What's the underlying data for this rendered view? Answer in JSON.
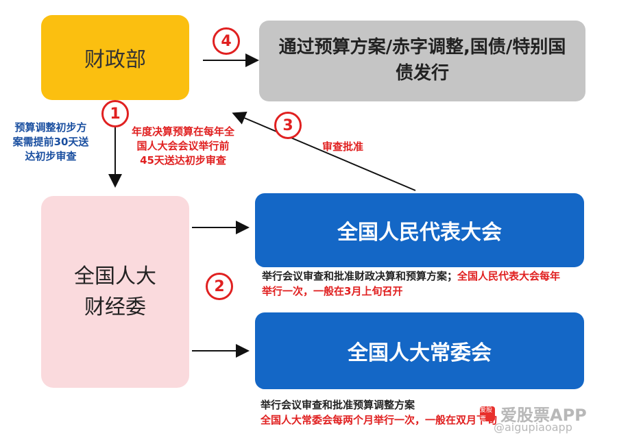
{
  "boxes": {
    "mof": "财政部",
    "result": "通过预算方案/赤字调整,国债/特别国债发行",
    "committee": "全国人大财经委",
    "npc": "全国人民代表大会",
    "npcsc": "全国人大常委会"
  },
  "steps": {
    "s1": "1",
    "s2": "2",
    "s3": "3",
    "s4": "4"
  },
  "notes": {
    "blue_left": "预算调整初步方案需提前30天送达初步审查",
    "red_annual": "年度决算预算在每年全国人大会会议举行前45天送达初步审查",
    "approve": "审查批准"
  },
  "npc_desc": {
    "black": "举行会议审查和批准财政决算和预算方案；",
    "red": "全国人民代表大会每年举行一次，一般在3月上旬召开"
  },
  "npcsc_desc": {
    "black": "举行会议审查和批准预算调整方案",
    "red": "全国人大常委会每两个月举行一次，一般在双月下旬"
  },
  "watermark": {
    "logo": "爱股票",
    "text": "爱股票APP",
    "sub": "@aigupiaoapp"
  },
  "colors": {
    "mof": "#fbbf10",
    "result": "#c5c5c5",
    "committee": "#fadadd",
    "npc": "#1467c6",
    "red": "#e02020",
    "blue_text": "#1a4fa0"
  }
}
